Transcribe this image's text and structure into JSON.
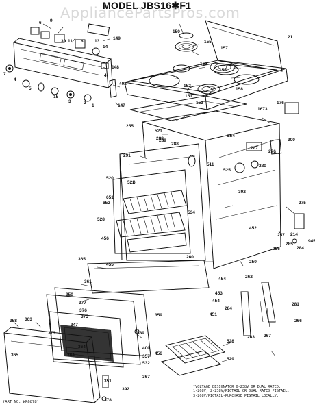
{
  "diagram": {
    "title": "MODEL JBS16✱F1",
    "watermark": "AppliancePartsPros.com",
    "footnote_lines": [
      "*VOLTAGE DESIGNATOR 0-238V OR DUAL RATED.",
      "1-208V, 2-238V/PIGTAIL OR DUAL RATED PIGTAIL,",
      "3-208V/PIGTAIL-PURCHASE PIGTAIL LOCALLY."
    ],
    "art_number": "(ART NO. WR6878)",
    "part_labels": [
      "6",
      "9",
      "30",
      "11",
      "8",
      "13",
      "14",
      "149",
      "148",
      "7",
      "4",
      "5",
      "15",
      "3",
      "2",
      "1",
      "402",
      "4",
      "147",
      "155",
      "157",
      "156",
      "150",
      "162",
      "152",
      "151",
      "153",
      "158",
      "3",
      "21",
      "176",
      "1673",
      "255",
      "521",
      "289",
      "254",
      "300",
      "291",
      "287",
      "276",
      "280",
      "511",
      "520",
      "522",
      "525",
      "302",
      "651",
      "6",
      "534",
      "275",
      "652",
      "528",
      "452",
      "2",
      "214",
      "945",
      "456",
      "256",
      "285",
      "284",
      "257",
      "260",
      "250",
      "365",
      "455",
      "361",
      "454",
      "453",
      "262",
      "350",
      "377",
      "376",
      "375",
      "347",
      "358",
      "363",
      "364",
      "357",
      "365",
      "281",
      "266",
      "267",
      "263",
      "284",
      "454",
      "451",
      "528",
      "529",
      "359",
      "367",
      "378",
      "392",
      "351",
      "373",
      "400",
      "456",
      "532",
      "288",
      "288",
      "389",
      "364"
    ]
  }
}
